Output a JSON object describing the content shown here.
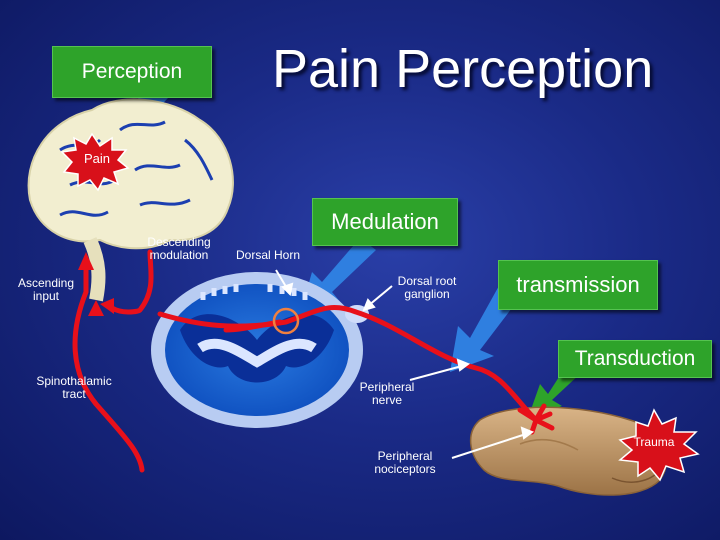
{
  "slide": {
    "title": "Pain Perception",
    "boxes": {
      "perception": "Perception",
      "medulation": "Medulation",
      "transmission": "transmission",
      "transduction": "Transduction"
    },
    "bursts": {
      "pain": "Pain",
      "trauma": "Trauma"
    },
    "labels": {
      "descending_modulation": "Descending\nmodulation",
      "dorsal_horn": "Dorsal Horn",
      "ascending_input": "Ascending\ninput",
      "dorsal_root_ganglion": "Dorsal root\nganglion",
      "spinothalamic_tract": "Spinothalamic\ntract",
      "peripheral_nerve": "Peripheral\nnerve",
      "peripheral_nociceptors": "Peripheral\nnociceptors"
    }
  },
  "colors": {
    "background": "#1a2a86",
    "green_box": "#2ea32a",
    "pathway": "#e8101a",
    "blue_arrow": "#2f7fe0",
    "burst": "#d8101a"
  }
}
